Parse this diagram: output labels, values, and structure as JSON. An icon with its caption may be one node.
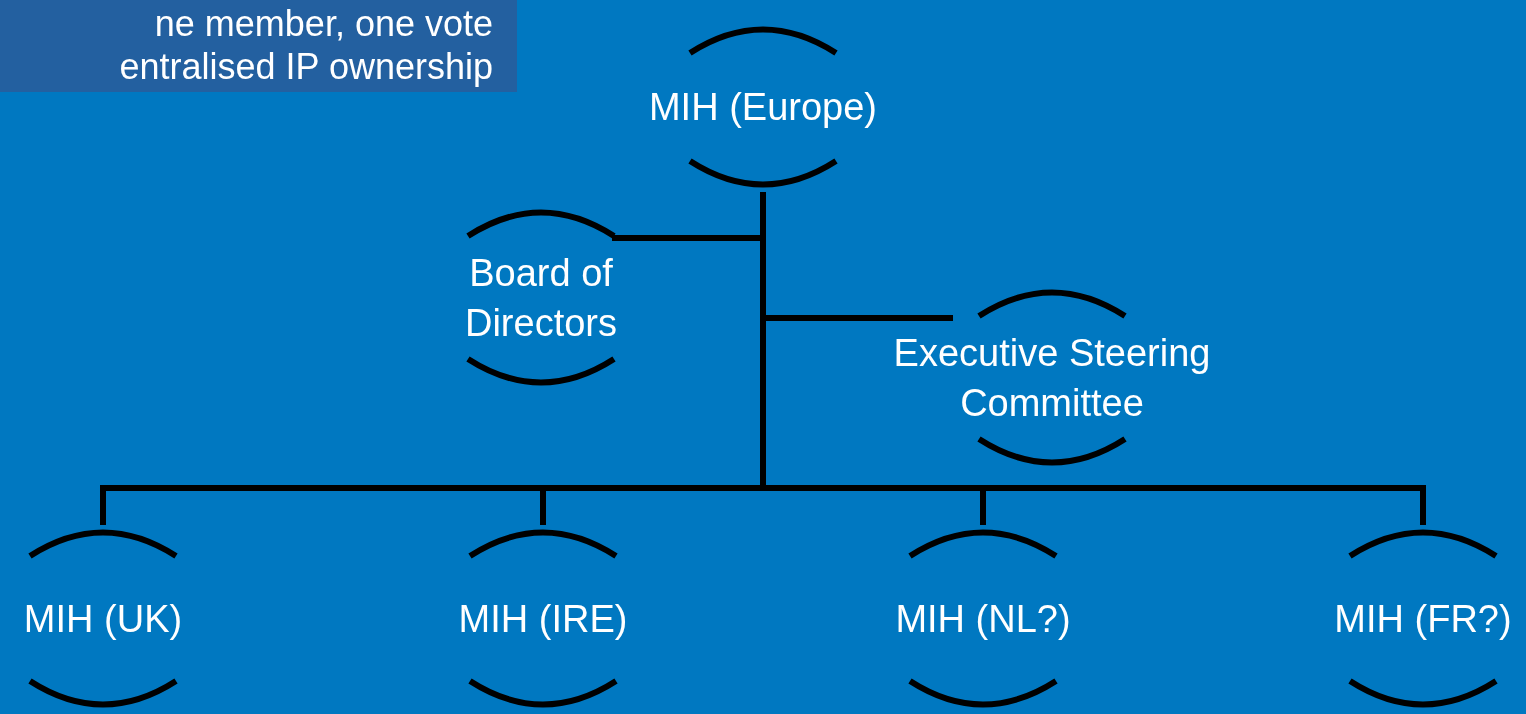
{
  "diagram": {
    "nodes": [
      {
        "text": [
          "MIH (Europe)"
        ]
      },
      {
        "text": [
          "Board of Directors"
        ]
      },
      {
        "text": [
          "Executive Steering Committee"
        ]
      },
      {
        "text": [
          "MIH (UK)"
        ]
      },
      {
        "text": [
          "MIH (IRE)"
        ]
      },
      {
        "text": [
          "MIH (NL?)"
        ]
      },
      {
        "text": [
          "MIH (FR?)"
        ]
      }
    ],
    "edges": [
      {
        "from": 0,
        "to": 1,
        "arrow": "none"
      },
      {
        "from": 0,
        "to": 2,
        "arrow": "none"
      },
      {
        "from": 0,
        "to": 3,
        "arrow": "none"
      },
      {
        "from": 0,
        "to": 4,
        "arrow": "none"
      },
      {
        "from": 0,
        "to": 5,
        "arrow": "none"
      },
      {
        "from": 0,
        "to": 6,
        "arrow": "none"
      }
    ],
    "labels": [
      "ne member, one vote",
      "entralised IP ownership"
    ]
  }
}
